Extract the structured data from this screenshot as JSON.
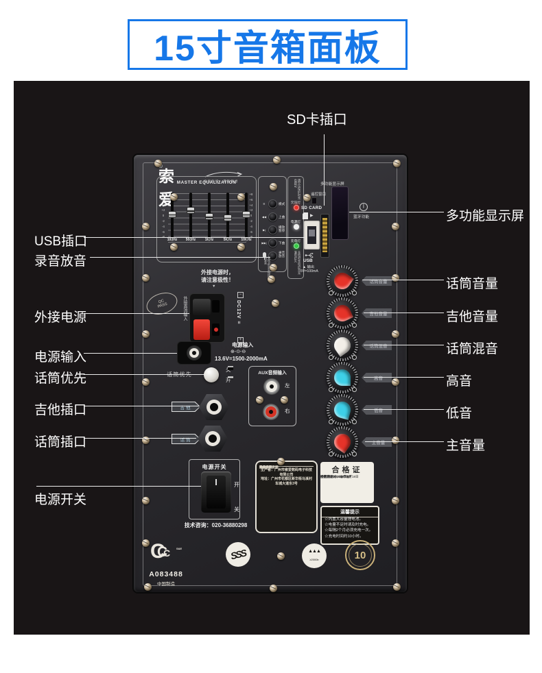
{
  "title": "15寸音箱面板",
  "colors": {
    "accent_blue": "#1677e8",
    "backdrop_black": "#191516",
    "led_red": "#e8332a",
    "led_white": "#eeeeee",
    "led_green": "#35cc44",
    "knob_red": "#e63329",
    "knob_cyan": "#3ed0e8",
    "knob_white": "#f2efe8",
    "gold": "#cbb27a"
  },
  "callouts": {
    "top": {
      "sd": "SD卡插口"
    },
    "left": [
      {
        "label": "USB插口"
      },
      {
        "label": "录音放音"
      },
      {
        "label": "外接电源"
      },
      {
        "label": "电源输入"
      },
      {
        "label": "话筒优先"
      },
      {
        "label": "吉他插口"
      },
      {
        "label": "话筒插口"
      },
      {
        "label": "电源开关"
      }
    ],
    "right": [
      {
        "label": "多功能显示屏"
      },
      {
        "label": "话筒音量"
      },
      {
        "label": "吉他音量"
      },
      {
        "label": "话筒混音"
      },
      {
        "label": "高音"
      },
      {
        "label": "低音"
      },
      {
        "label": "主音量"
      }
    ]
  },
  "panel": {
    "brand": "索爱",
    "reg": "®",
    "slogan": "索爱科技，成就梦想",
    "eq": {
      "title": "MASTER EQUALIZATION",
      "scale": "+8\n+6\n+4\n+2\n0\n-2\n-4\n-6\n-8",
      "freqs": [
        "100Hz",
        "500Hz",
        "1KHz",
        "5KHz",
        "10KHz"
      ],
      "slider_pct": [
        46,
        36,
        52,
        55,
        46
      ]
    },
    "transport": {
      "buttons": [
        {
          "icon": "≡",
          "label": "模式"
        },
        {
          "icon": "◀◀",
          "label": "上曲"
        },
        {
          "icon": "▶|",
          "label": "播放\n暂停"
        },
        {
          "icon": "▶▶|",
          "label": "下曲"
        },
        {
          "icon": "mic",
          "label": "录音\n放音"
        }
      ],
      "note": "长按3秒录音短按播放录音"
    },
    "leds": {
      "top_note": "遇欠压保护时充电即可",
      "items": [
        {
          "label": "欠压灯",
          "color": "#e8332a"
        },
        {
          "label": "电源灯",
          "color": "#eeeeee"
        },
        {
          "label": "充电灯",
          "color": "#35cc44"
        }
      ],
      "bottom_note": "充电时充电灯亮充满电灯灭"
    },
    "sd_usb": {
      "remote_label": "遥控窗口",
      "sd_label": "SD CARD",
      "insert_arrow": "▶",
      "usb_label": "USB",
      "output_label": "▲ 输出",
      "output_value": "5V=100mA"
    },
    "display": {
      "label": "多功能显示屏",
      "bt_icon": "ᛒ",
      "bt_label": "蓝牙功能"
    },
    "knobs": [
      {
        "label": "话筒音量",
        "color": "#e63329",
        "angle": 215
      },
      {
        "label": "吉他音量",
        "color": "#e63329",
        "angle": 245
      },
      {
        "label": "话筒混音",
        "color": "#f2efe8",
        "angle": 325
      },
      {
        "label": "高音",
        "color": "#3ed0e8",
        "angle": 270
      },
      {
        "label": "低音",
        "color": "#3ed0e8",
        "angle": 285
      },
      {
        "label": "主音量",
        "color": "#e63329",
        "angle": 305
      }
    ],
    "ext_power": {
      "warning": "外接电源时，\n请注意极性！",
      "arrow": "▼",
      "input_label": "外接直流输入",
      "term_top": "−",
      "term_bottom": "+",
      "dc_label": "DC12V =",
      "stamp": "QC\nPASS"
    },
    "power_input": {
      "label": "电源输入",
      "polarity": "⊕-⊙-⊖",
      "spec": "13.6V=1500-2000mA"
    },
    "mic_priority": {
      "label": "话筒优先",
      "off": "关",
      "on": "开"
    },
    "aux": {
      "title": "AUX音频输入",
      "left": "左",
      "right": "右"
    },
    "jacks": [
      {
        "label": "吉他"
      },
      {
        "label": "话筒"
      }
    ],
    "power_switch": {
      "title": "电源开关",
      "on": "开",
      "off": "关"
    },
    "phone": "技术咨询：020-36880298",
    "spec_label": {
      "rows": [
        {
          "k": "产品名称：",
          "v": "移动有源音箱"
        },
        {
          "k": "产品型号：",
          "v": "SA-201"
        },
        {
          "k": "功率：",
          "v": "150W"
        },
        {
          "k": "额定电压：",
          "v": "12V"
        },
        {
          "k": "无线话筒主频：",
          "v": "262.1MHz"
        },
        {
          "k": "无线话筒副频：",
          "v": "291.8MHz"
        }
      ],
      "maker": "生产者：广州市索爱数码电子科技有限公司",
      "address": "地址：广州市花都区新华街马溪村车城大道东3号"
    },
    "cert_label": {
      "title": "合格证",
      "lines": [
        "检验员：22",
        "经检定合格，准予出厂",
        "生产日期：2016年8月18日",
        "S/N：SA1T08160557",
        "中国制造"
      ]
    },
    "tips_label": {
      "title": "温馨提示",
      "lines": [
        "☆内置大容量锂电池。",
        "☆电量不足时请及时充电。",
        "☆每隔2个月必须充电一次。",
        "☆充电时间约10小时。"
      ]
    },
    "marks": {
      "c": "C",
      "sub": "S&E",
      "code": "A083488",
      "made": "中国制造",
      "s": "SSS",
      "towers": "▲▲▲",
      "tower_sub": "≥2000b",
      "period": "10"
    }
  }
}
